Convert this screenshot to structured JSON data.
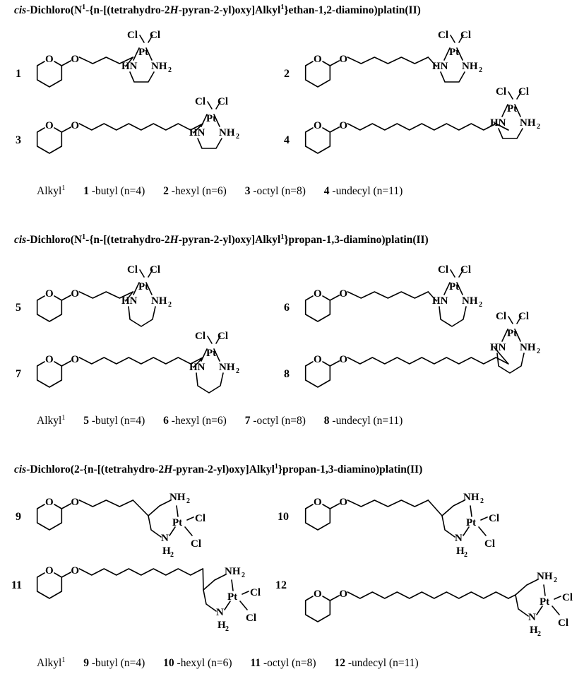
{
  "headings": [
    {
      "italic": "cis",
      "t1": "-Dichloro(N",
      "sup1": "1",
      "t2": "-{n-[(tetrahydro-2",
      "italic2": "H",
      "t3": "-pyran-2-yl)oxy]Alkyl",
      "sup2": "1",
      "t4": "}ethan-1,2-diamino)platin(II)"
    },
    {
      "italic": "cis",
      "t1": "-Dichloro(N",
      "sup1": "1",
      "t2": "-{n-[(tetrahydro-2",
      "italic2": "H",
      "t3": "-pyran-2-yl)oxy]Alkyl",
      "sup2": "1",
      "t4": "}propan-1,3-diamino)platin(II)"
    },
    {
      "italic": "cis",
      "t1": "-Dichloro(2-{n-[(tetrahydro-2",
      "sup1": "",
      "t2": "",
      "italic2": "H",
      "t3": "-pyran-2-yl)oxy]Alkyl",
      "sup2": "1",
      "t4": "}propan-1,3-diamino)platin(II)"
    }
  ],
  "compound_numbers": [
    "1",
    "2",
    "3",
    "4",
    "5",
    "6",
    "7",
    "8",
    "9",
    "10",
    "11",
    "12"
  ],
  "legends": [
    {
      "label": "Alkyl",
      "sup": "1",
      "items": [
        {
          "num": "1",
          "text": "-butyl  (n=4)"
        },
        {
          "num": "2",
          "text": "-hexyl  (n=6)"
        },
        {
          "num": "3",
          "text": "-octyl  (n=8)"
        },
        {
          "num": "4",
          "text": "-undecyl  (n=11)"
        }
      ]
    },
    {
      "label": "Alkyl",
      "sup": "1",
      "items": [
        {
          "num": "5",
          "text": "-butyl  (n=4)"
        },
        {
          "num": "6",
          "text": "-hexyl  (n=6)"
        },
        {
          "num": "7",
          "text": "-octyl  (n=8)"
        },
        {
          "num": "8",
          "text": "-undecyl  (n=11)"
        }
      ]
    },
    {
      "label": "Alkyl",
      "sup": "1",
      "items": [
        {
          "num": "9",
          "text": "-butyl  (n=4)"
        },
        {
          "num": "10",
          "text": "-hexyl  (n=6)"
        },
        {
          "num": "11",
          "text": "-octyl  (n=8)"
        },
        {
          "num": "12",
          "text": "-undecyl  (n=11)"
        }
      ]
    }
  ],
  "atoms": {
    "O": "O",
    "Cl": "Cl",
    "Pt": "Pt",
    "HN": "HN",
    "NH": "NH",
    "N": "N",
    "H": "H",
    "sub2": "2"
  }
}
